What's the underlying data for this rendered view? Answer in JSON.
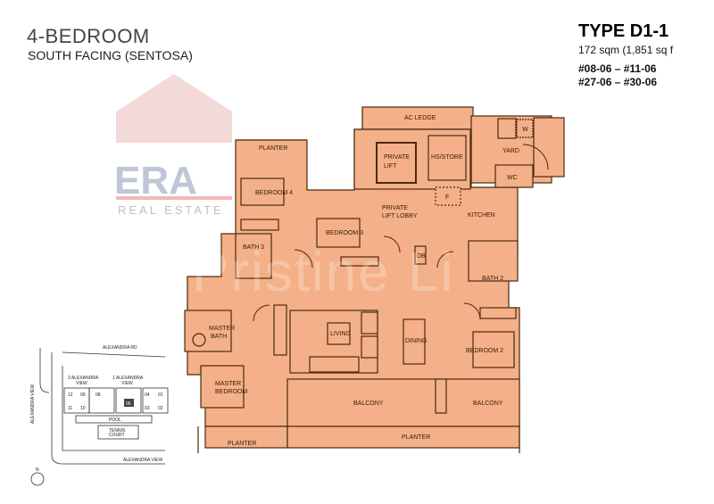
{
  "header": {
    "title": "4-BEDROOM",
    "subtitle": "SOUTH FACING (SENTOSA)"
  },
  "unit_info": {
    "type": "TYPE D1-1",
    "area": "172 sqm (1,851 sq f",
    "unit_ranges": [
      "#08-06 – #11-06",
      "#27-06 – #30-06"
    ]
  },
  "watermark": {
    "brand": "ERA",
    "tagline": "REAL ESTATE",
    "overlay_text": "Pristine Li"
  },
  "colors": {
    "floor_fill": "#f4b088",
    "wall_line": "#4a2a10",
    "watermark_red": "#e8a3a3",
    "watermark_blue": "#9aa7c4"
  },
  "rooms": {
    "planter_top": "PLANTER",
    "ac_ledge": "AC LEDGE",
    "private_lift": [
      "PRIVATE",
      "LIFT"
    ],
    "hs_store": "HS/STORE",
    "w": "W",
    "yard": "YARD",
    "wc": "WC",
    "f": "F",
    "bedroom_4": "BEDROOM 4",
    "bedroom_3": "BEDROOM 3",
    "private_lift_lobby": [
      "PRIVATE",
      "LIFT LOBBY"
    ],
    "kitchen": "KITCHEN",
    "bath_3": "BATH 3",
    "db": "DB",
    "bath_2": "BATH 2",
    "master_bath": [
      "MASTER",
      "BATH"
    ],
    "living": "LIVING",
    "dining": "DINING",
    "bedroom_2": "BEDROOM 2",
    "master_bedroom": [
      "MASTER",
      "BEDROOM"
    ],
    "balcony_left": "BALCONY",
    "balcony_right": "BALCONY",
    "planter_bottom_left": "PLANTER",
    "planter_bottom_right": "PLANTER"
  },
  "site_plan": {
    "road_top": "ALEXANDRA RD",
    "road_left": "ALEXANDRA VIEW",
    "road_bottom": "ALEXANDRA VIEW",
    "block_left": [
      "3 ALEXANDRA",
      "VIEW"
    ],
    "block_right": [
      "1 ALEXANDRA",
      "VIEW"
    ],
    "stacks": [
      "12",
      "09",
      "08",
      "04",
      "01",
      "11",
      "10",
      "06",
      "03",
      "02"
    ],
    "highlighted_stack": "06",
    "pool": "POOL",
    "tennis": [
      "TENNIS",
      "COURT"
    ],
    "north": "N"
  }
}
